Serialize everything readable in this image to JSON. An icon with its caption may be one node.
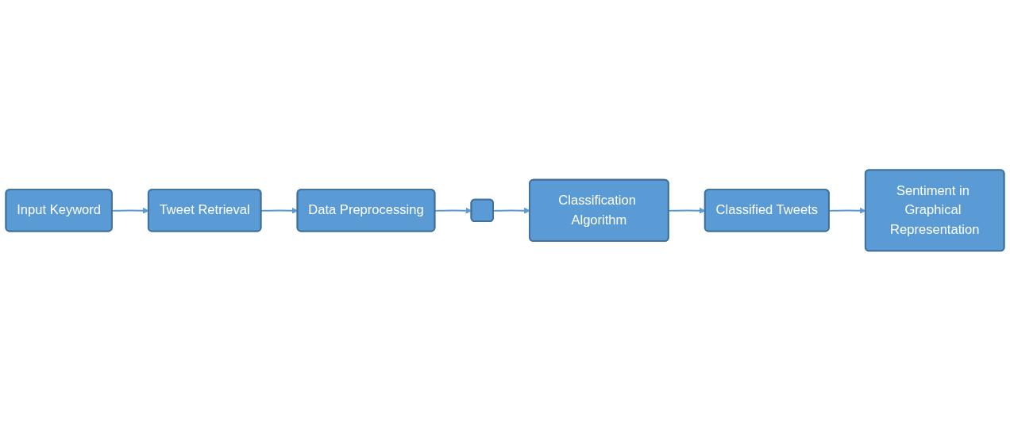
{
  "diagram": {
    "nodes": [
      {
        "text": [
          "Input Keyword"
        ]
      },
      {
        "text": [
          "Tweet Retrieval"
        ]
      },
      {
        "text": [
          "Data Preprocessing"
        ]
      },
      {
        "text": [],
        "shape": "box"
      },
      {
        "text": [
          "Classification Algorithm"
        ]
      },
      {
        "text": [
          "Classified Tweets"
        ]
      },
      {
        "text": [
          "Sentiment in Graphical Representation"
        ]
      }
    ],
    "edges": [
      {
        "from": 0,
        "to": 1,
        "arrow": "to"
      },
      {
        "from": 1,
        "to": 2,
        "arrow": "to"
      },
      {
        "from": 2,
        "to": 3,
        "arrow": "to"
      },
      {
        "from": 3,
        "to": 4,
        "arrow": "to"
      },
      {
        "from": 4,
        "to": 5,
        "arrow": "to"
      },
      {
        "from": 5,
        "to": 6,
        "arrow": "to"
      }
    ]
  }
}
